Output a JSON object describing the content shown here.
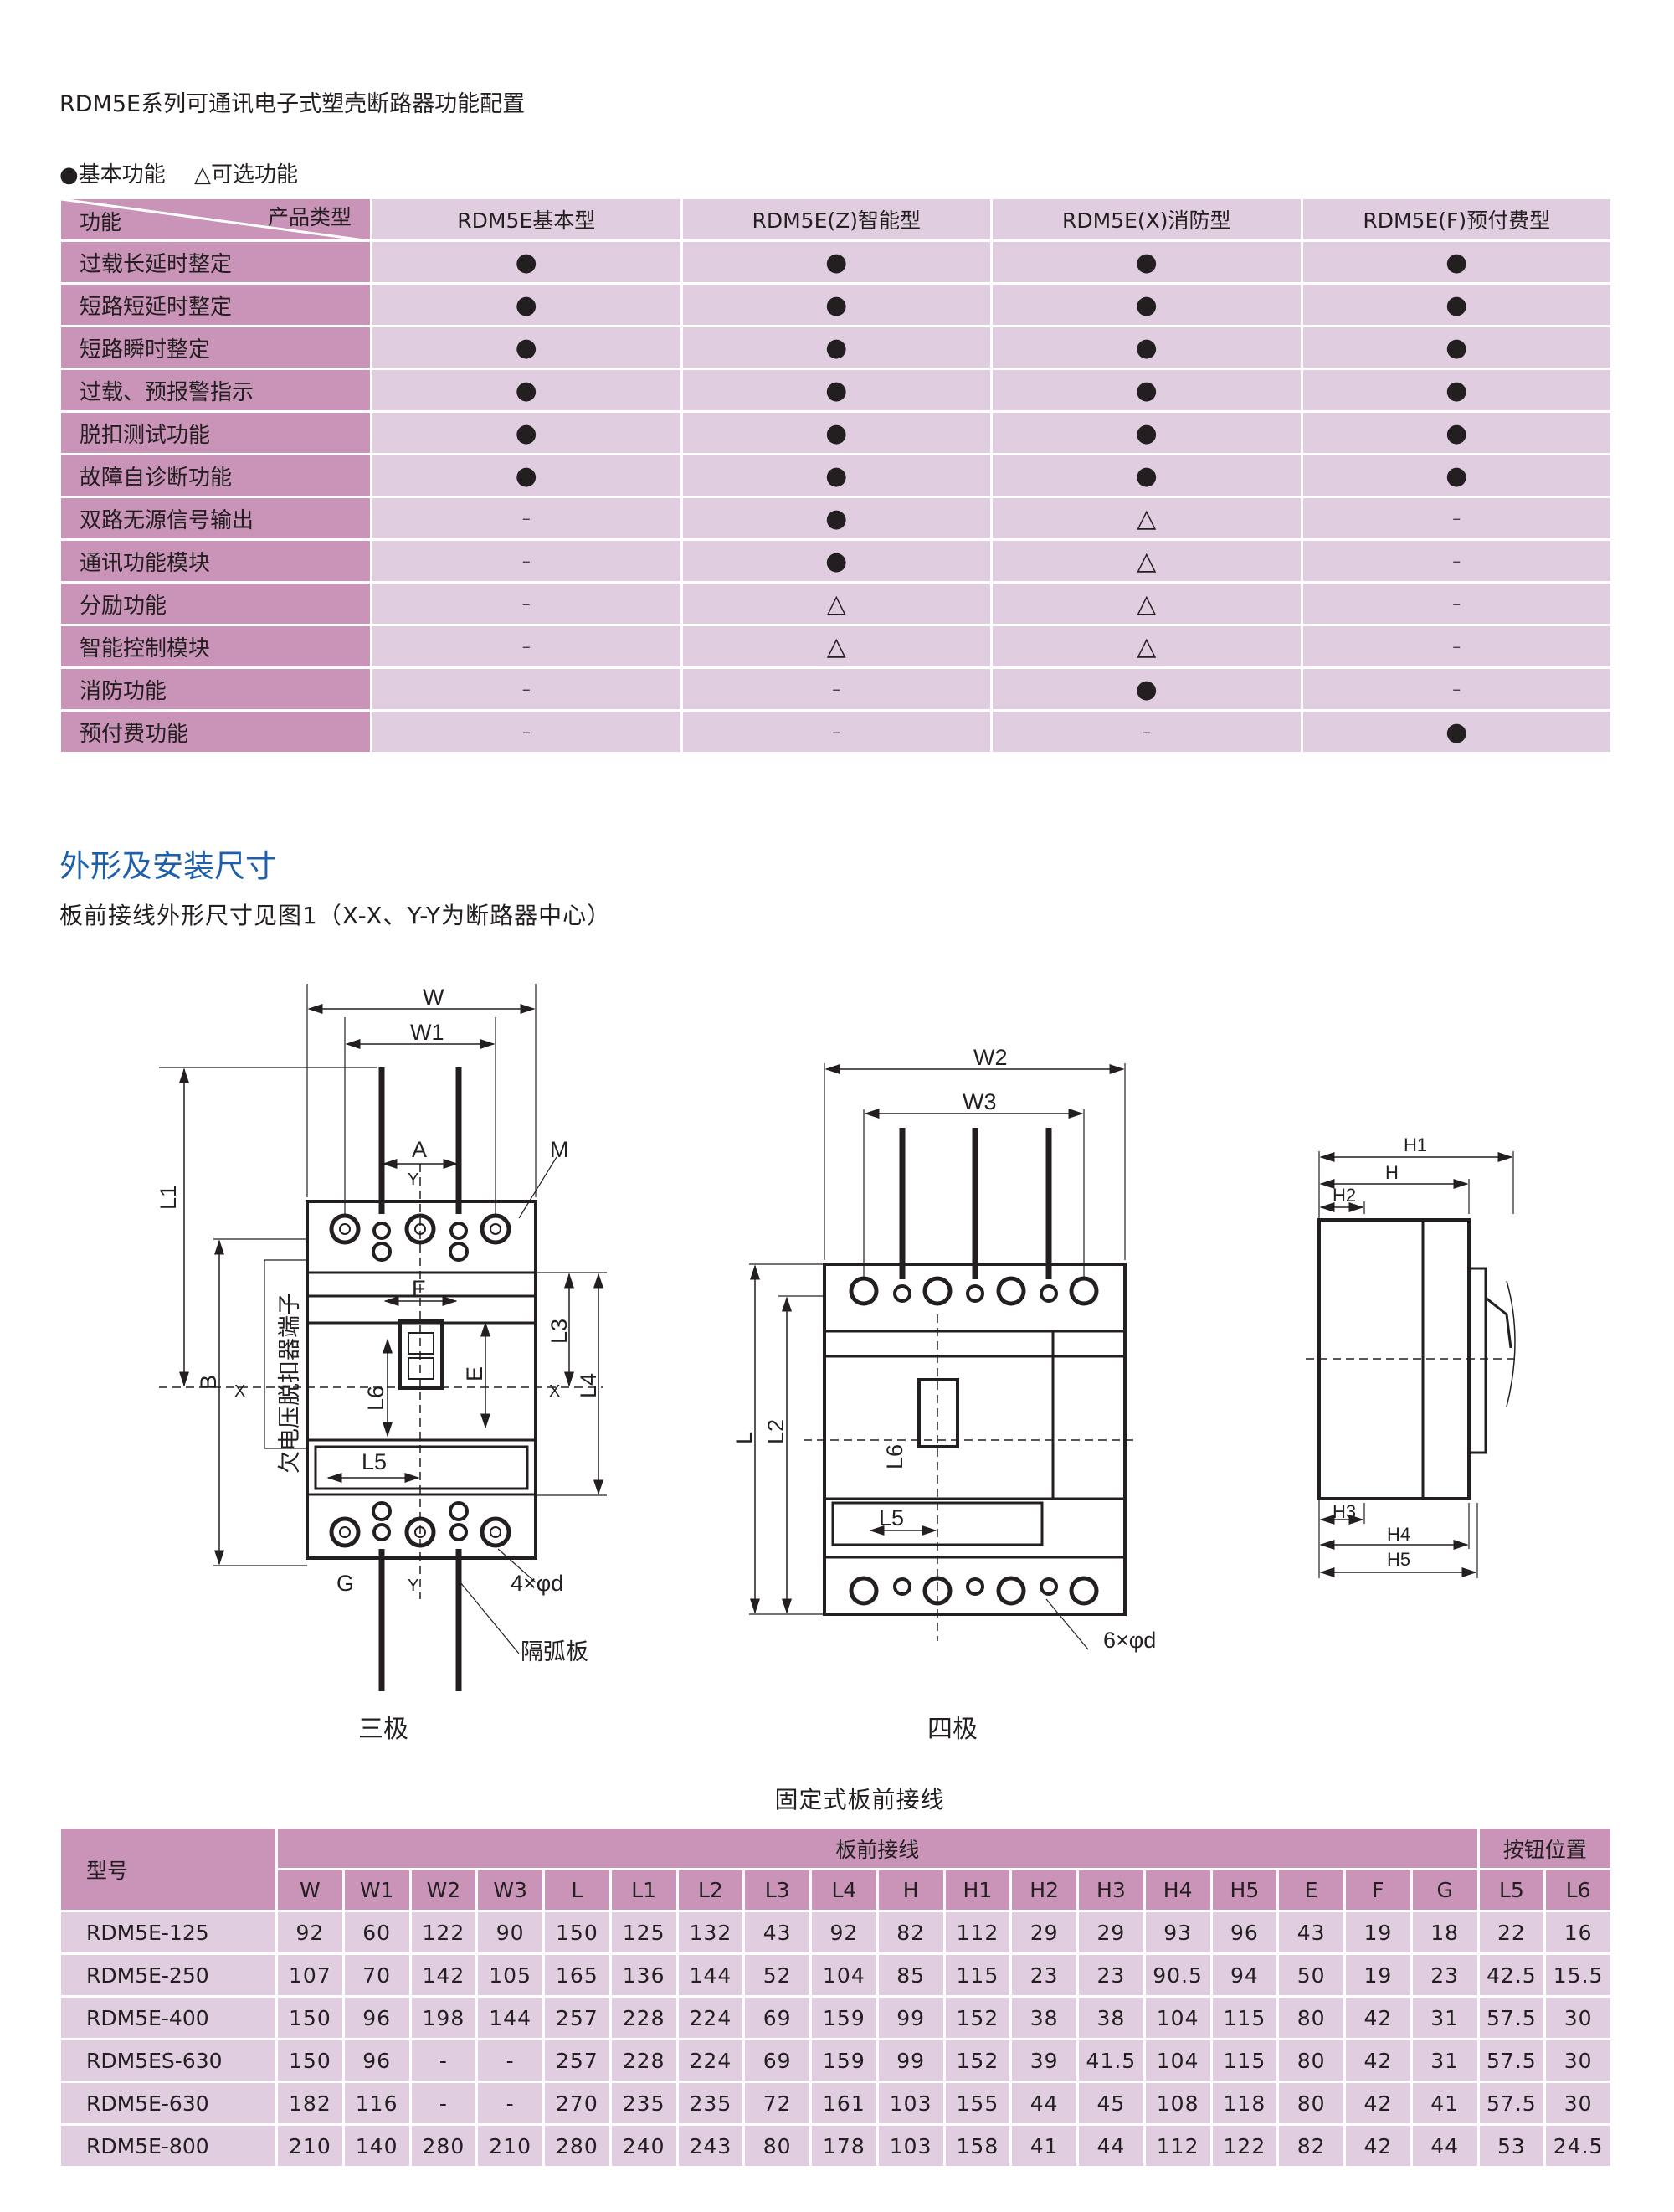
{
  "doc_title": "RDM5E系列可通讯电子式塑壳断路器功能配置",
  "legend": {
    "basic": "●基本功能",
    "optional": "△可选功能"
  },
  "function_table": {
    "corner_function": "功能",
    "corner_type": "产品类型",
    "columns": [
      "RDM5E基本型",
      "RDM5E(Z)智能型",
      "RDM5E(X)消防型",
      "RDM5E(F)预付费型"
    ],
    "rows": [
      {
        "name": "过载长延时整定",
        "values": [
          "●",
          "●",
          "●",
          "●"
        ]
      },
      {
        "name": "短路短延时整定",
        "values": [
          "●",
          "●",
          "●",
          "●"
        ]
      },
      {
        "name": "短路瞬时整定",
        "values": [
          "●",
          "●",
          "●",
          "●"
        ]
      },
      {
        "name": "过载、预报警指示",
        "values": [
          "●",
          "●",
          "●",
          "●"
        ]
      },
      {
        "name": "脱扣测试功能",
        "values": [
          "●",
          "●",
          "●",
          "●"
        ]
      },
      {
        "name": "故障自诊断功能",
        "values": [
          "●",
          "●",
          "●",
          "●"
        ]
      },
      {
        "name": "双路无源信号输出",
        "values": [
          "–",
          "●",
          "△",
          "–"
        ]
      },
      {
        "name": "通讯功能模块",
        "values": [
          "–",
          "●",
          "△",
          "–"
        ]
      },
      {
        "name": "分励功能",
        "values": [
          "–",
          "△",
          "△",
          "–"
        ]
      },
      {
        "name": "智能控制模块",
        "values": [
          "–",
          "△",
          "△",
          "–"
        ]
      },
      {
        "name": "消防功能",
        "values": [
          "–",
          "–",
          "●",
          "–"
        ]
      },
      {
        "name": "预付费功能",
        "values": [
          "–",
          "–",
          "–",
          "●"
        ]
      }
    ]
  },
  "section_heading": "外形及安装尺寸",
  "section_sub": "板前接线外形尺寸见图1（X-X、Y-Y为断路器中心）",
  "drawing": {
    "three_pole": {
      "W": "W",
      "W1": "W1",
      "A": "A",
      "M": "M",
      "L1": "L1",
      "B": "B",
      "L3": "L3",
      "L4": "L4",
      "F": "F",
      "E": "E",
      "L6": "L6",
      "L5": "L5",
      "G": "G",
      "X": "X",
      "Y": "Y",
      "holes": "4×φd",
      "arc_plate": "隔弧板",
      "uv_terminal": "欠电压脱扣器端子",
      "caption": "三极"
    },
    "four_pole": {
      "W2": "W2",
      "W3": "W3",
      "L": "L",
      "L2": "L2",
      "L6": "L6",
      "L5": "L5",
      "holes": "6×φd",
      "caption": "四极"
    },
    "side": {
      "H1": "H1",
      "H": "H",
      "H2": "H2",
      "H3": "H3",
      "H4": "H4",
      "H5": "H5"
    }
  },
  "dimension_table": {
    "caption": "固定式板前接线",
    "model_header": "型号",
    "group_front": "板前接线",
    "group_button": "按钮位置",
    "columns": [
      "W",
      "W1",
      "W2",
      "W3",
      "L",
      "L1",
      "L2",
      "L3",
      "L4",
      "H",
      "H1",
      "H2",
      "H3",
      "H4",
      "H5",
      "E",
      "F",
      "G",
      "L5",
      "L6"
    ],
    "rows": [
      {
        "model": "RDM5E-125",
        "values": [
          "92",
          "60",
          "122",
          "90",
          "150",
          "125",
          "132",
          "43",
          "92",
          "82",
          "112",
          "29",
          "29",
          "93",
          "96",
          "43",
          "19",
          "18",
          "22",
          "16"
        ]
      },
      {
        "model": "RDM5E-250",
        "values": [
          "107",
          "70",
          "142",
          "105",
          "165",
          "136",
          "144",
          "52",
          "104",
          "85",
          "115",
          "23",
          "23",
          "90.5",
          "94",
          "50",
          "19",
          "23",
          "42.5",
          "15.5"
        ]
      },
      {
        "model": "RDM5E-400",
        "values": [
          "150",
          "96",
          "198",
          "144",
          "257",
          "228",
          "224",
          "69",
          "159",
          "99",
          "152",
          "38",
          "38",
          "104",
          "115",
          "80",
          "42",
          "31",
          "57.5",
          "30"
        ]
      },
      {
        "model": "RDM5ES-630",
        "values": [
          "150",
          "96",
          "-",
          "-",
          "257",
          "228",
          "224",
          "69",
          "159",
          "99",
          "152",
          "39",
          "41.5",
          "104",
          "115",
          "80",
          "42",
          "31",
          "57.5",
          "30"
        ]
      },
      {
        "model": "RDM5E-630",
        "values": [
          "182",
          "116",
          "-",
          "-",
          "270",
          "235",
          "235",
          "72",
          "161",
          "103",
          "155",
          "44",
          "45",
          "108",
          "118",
          "80",
          "42",
          "41",
          "57.5",
          "30"
        ]
      },
      {
        "model": "RDM5E-800",
        "values": [
          "210",
          "140",
          "280",
          "210",
          "280",
          "240",
          "243",
          "80",
          "178",
          "103",
          "158",
          "41",
          "44",
          "112",
          "122",
          "82",
          "42",
          "44",
          "53",
          "24.5"
        ]
      }
    ]
  }
}
